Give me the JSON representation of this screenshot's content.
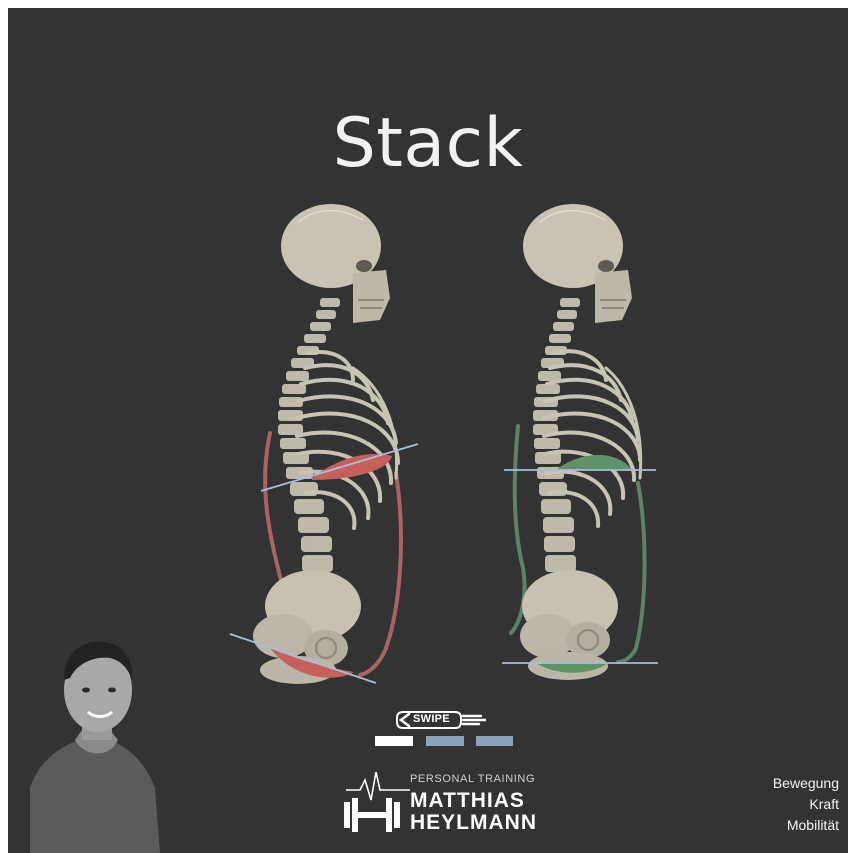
{
  "title": "Stack",
  "swipe_label": "SWIPE",
  "brand": {
    "tagline": "PERSONAL TRAINING",
    "name_line1": "MATTHIAS",
    "name_line2": "HEYLMANN"
  },
  "features": [
    "Bewegung",
    "Kraft",
    "Mobilität"
  ],
  "colors": {
    "background": "#333333",
    "bone": "#c9c3b4",
    "misaligned": "#c96560",
    "aligned": "#5f8d6b",
    "reference_line": "#9fb7d6"
  }
}
